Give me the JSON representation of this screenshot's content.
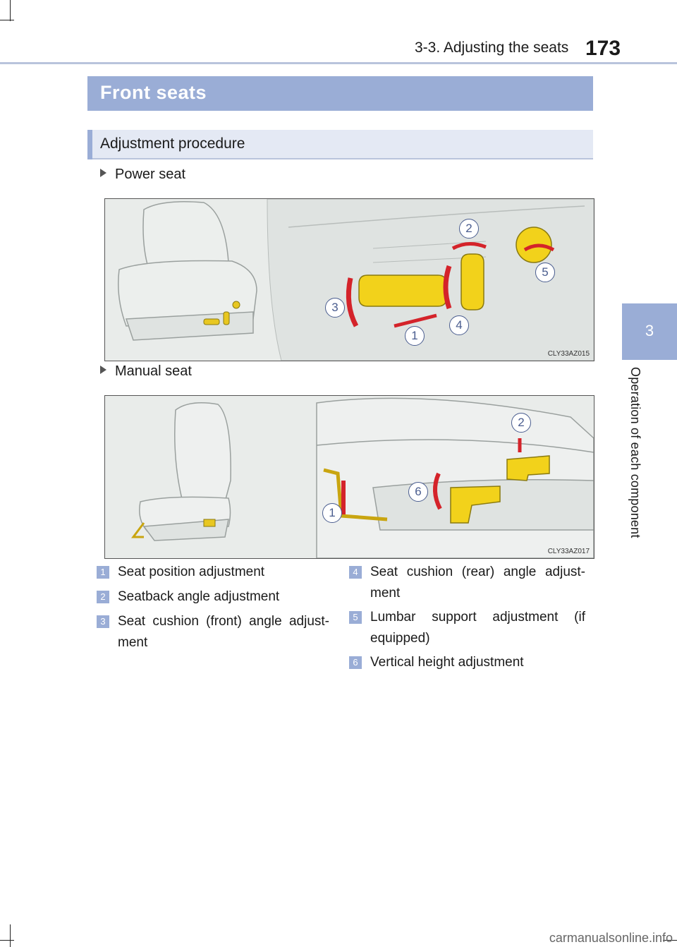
{
  "header": {
    "section": "3-3. Adjusting the seats",
    "page": "173"
  },
  "side_tab": {
    "number": "3",
    "label": "Operation of each component"
  },
  "title": "Front seats",
  "subtitle": "Adjustment procedure",
  "power_seat": {
    "label": "Power seat",
    "code": "CLY33AZ015",
    "callouts": [
      "1",
      "2",
      "3",
      "4",
      "5"
    ]
  },
  "manual_seat": {
    "label": "Manual seat",
    "code": "CLY33AZ017",
    "callouts": [
      "1",
      "2",
      "6"
    ]
  },
  "legend": [
    {
      "num": "1",
      "text": "Seat position adjustment"
    },
    {
      "num": "2",
      "text": "Seatback angle adjustment"
    },
    {
      "num": "3",
      "text": "Seat cushion (front) angle adjust-ment"
    },
    {
      "num": "4",
      "text": "Seat cushion (rear) angle adjust-ment"
    },
    {
      "num": "5",
      "text": "Lumbar support adjustment (if equipped)"
    },
    {
      "num": "6",
      "text": "Vertical height adjustment"
    }
  ],
  "watermark": "carmanualsonline.info",
  "colors": {
    "accent": "#9aadd6",
    "arrow": "#d4232a",
    "control": "#f2d21b"
  }
}
